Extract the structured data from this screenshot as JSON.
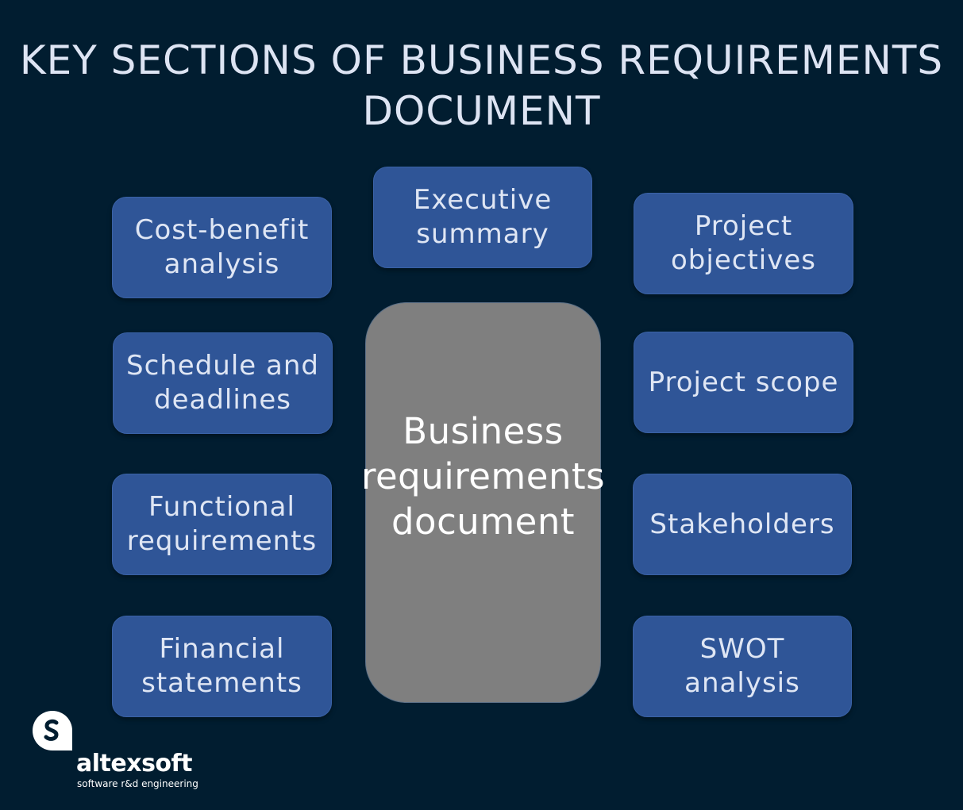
{
  "title": "KEY SECTIONS OF BUSINESS REQUIREMENTS\nDOCUMENT",
  "center": {
    "label": "Business\nrequirements\ndocument",
    "color": "#7f7f7f"
  },
  "sections": {
    "executive_summary": "Executive\nsummary",
    "cost_benefit": "Cost-benefit\nanalysis",
    "schedule": "Schedule and\ndeadlines",
    "functional": "Functional\nrequirements",
    "financial": "Financial\nstatements",
    "objectives": "Project\nobjectives",
    "scope": "Project scope",
    "stakeholders": "Stakeholders",
    "swot": "SWOT analysis"
  },
  "colors": {
    "background": "#011d30",
    "box": "#2f5597",
    "text": "#dfe6f4"
  },
  "logo": {
    "name": "altexsoft",
    "tagline": "software r&d engineering",
    "icon": "altexsoft-logo-icon"
  }
}
